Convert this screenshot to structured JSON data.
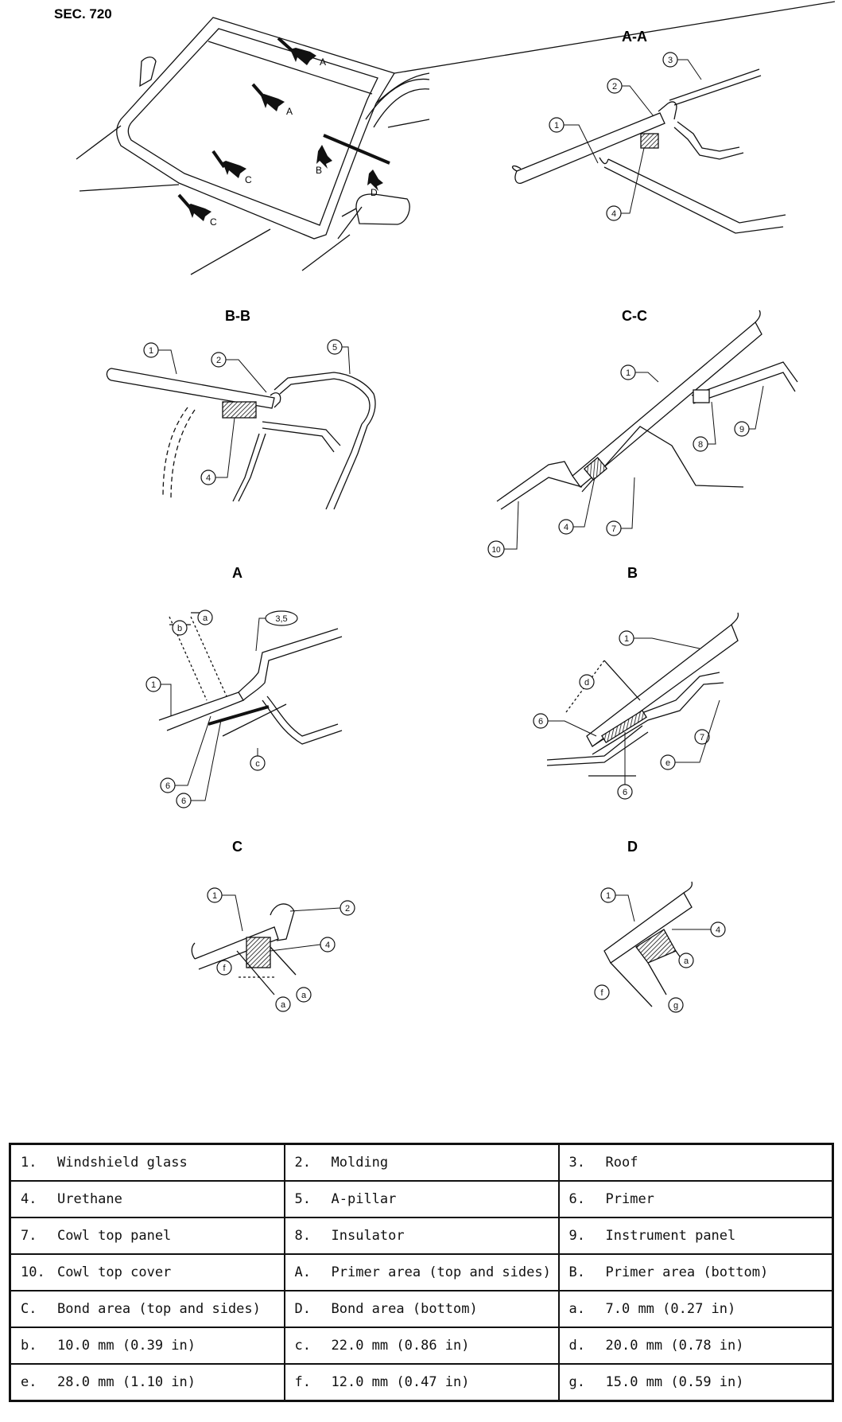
{
  "header": {
    "section": "SEC. 720"
  },
  "views": {
    "aa": "A-A",
    "bb": "B-B",
    "cc": "C-C",
    "a": "A",
    "b": "B",
    "c": "C",
    "d": "D"
  },
  "overview_arrows": [
    "A",
    "A",
    "B",
    "C",
    "C",
    "D"
  ],
  "callout_labels": [
    "1",
    "2",
    "3",
    "4",
    "5",
    "6",
    "7",
    "8",
    "9",
    "10",
    "a",
    "b",
    "c",
    "d",
    "e",
    "f",
    "g",
    "3,5"
  ],
  "legend": {
    "rows": [
      [
        {
          "key": "1.",
          "label": "Windshield glass"
        },
        {
          "key": "2.",
          "label": "Molding"
        },
        {
          "key": "3.",
          "label": "Roof"
        }
      ],
      [
        {
          "key": "4.",
          "label": "Urethane"
        },
        {
          "key": "5.",
          "label": "A-pillar"
        },
        {
          "key": "6.",
          "label": "Primer"
        }
      ],
      [
        {
          "key": "7.",
          "label": "Cowl top panel"
        },
        {
          "key": "8.",
          "label": "Insulator"
        },
        {
          "key": "9.",
          "label": "Instrument panel"
        }
      ],
      [
        {
          "key": "10.",
          "label": "Cowl top cover"
        },
        {
          "key": "A.",
          "label": "Primer area (top and sides)"
        },
        {
          "key": "B.",
          "label": "Primer area (bottom)"
        }
      ],
      [
        {
          "key": "C.",
          "label": "Bond area (top and sides)"
        },
        {
          "key": "D.",
          "label": "Bond area (bottom)"
        },
        {
          "key": "a.",
          "label": "7.0 mm (0.27 in)"
        }
      ],
      [
        {
          "key": "b.",
          "label": "10.0 mm (0.39 in)"
        },
        {
          "key": "c.",
          "label": "22.0 mm (0.86 in)"
        },
        {
          "key": "d.",
          "label": "20.0 mm (0.78 in)"
        }
      ],
      [
        {
          "key": "e.",
          "label": "28.0 mm (1.10 in)"
        },
        {
          "key": "f.",
          "label": "12.0 mm (0.47 in)"
        },
        {
          "key": "g.",
          "label": "15.0 mm (0.59 in)"
        }
      ]
    ]
  }
}
